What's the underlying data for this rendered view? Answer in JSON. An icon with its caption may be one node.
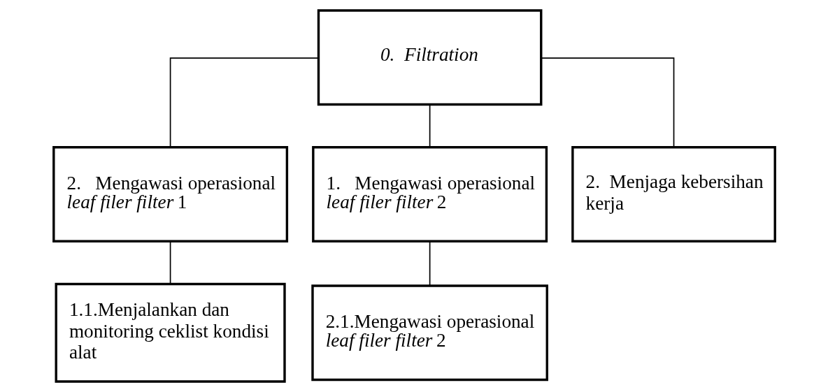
{
  "diagram": {
    "nodes": [
      {
        "text": [
          "0.  Filtration"
        ]
      },
      {
        "text": [
          "2.   Mengawasi operasional *leaf filer filter* 1"
        ]
      },
      {
        "text": [
          "1.   Mengawasi operasional *leaf filer filter* 2"
        ]
      },
      {
        "text": [
          "2.  Menjaga kebersihan kerja"
        ]
      },
      {
        "text": [
          "1.1.Menjalankan dan monitoring ceklist kondisi alat"
        ]
      },
      {
        "text": [
          "2.1.Mengawasi operasional *leaf filer filter* 2"
        ]
      }
    ],
    "edges": [
      {
        "from": 0,
        "to": 1,
        "arrow": "none"
      },
      {
        "from": 0,
        "to": 2,
        "arrow": "none"
      },
      {
        "from": 0,
        "to": 3,
        "arrow": "none"
      },
      {
        "from": 1,
        "to": 4,
        "arrow": "none"
      },
      {
        "from": 2,
        "to": 5,
        "arrow": "none"
      }
    ]
  }
}
